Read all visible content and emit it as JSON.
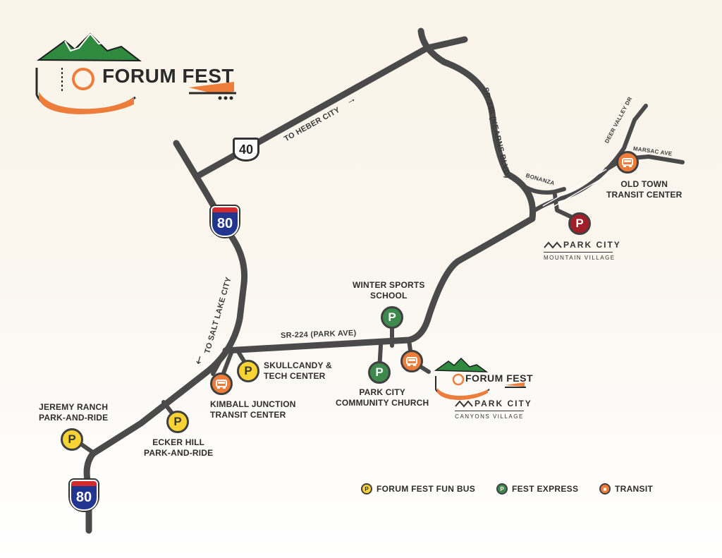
{
  "logo": {
    "name": "FORUM FEST"
  },
  "shields": {
    "us40": "40",
    "i80_north": "80",
    "i80_south": "80"
  },
  "roads": {
    "to_heber": "TO HEBER CITY",
    "to_slc": "TO SALT LAKE CITY",
    "sr248": "SR-248 (KEARNS BLVD)",
    "sr224": "SR-224 (PARK AVE)",
    "deer_valley": "DEER VALLEY DR",
    "marsac": "MARSAC AVE",
    "bonanza": "BONANZA"
  },
  "locations": {
    "winter_sports": "WINTER SPORTS\nSCHOOL",
    "community_church": "PARK CITY\nCOMMUNITY CHURCH",
    "skullcandy": "SKULLCANDY &\nTECH CENTER",
    "kimball": "KIMBALL JUNCTION\nTRANSIT CENTER",
    "ecker": "ECKER HILL\nPARK-AND-RIDE",
    "jeremy": "JEREMY RANCH\nPARK-AND-RIDE",
    "old_town": "OLD TOWN\nTRANSIT CENTER"
  },
  "park_city_mountain": {
    "brand": "PARK CITY",
    "sub": "MOUNTAIN VILLAGE"
  },
  "park_city_canyons": {
    "brand": "PARK CITY",
    "sub": "CANYONS VILLAGE"
  },
  "marker_letter": "P",
  "legend": {
    "fun_bus": "FORUM FEST FUN BUS",
    "express": "FEST EXPRESS",
    "transit": "TRANSIT"
  },
  "colors": {
    "yellow": "#f7d333",
    "green": "#3d8a4c",
    "red": "#a11f28",
    "orange": "#ec7d3a",
    "road": "#4a4a4a",
    "interstate_blue": "#23368f",
    "interstate_red": "#d32b2b"
  }
}
